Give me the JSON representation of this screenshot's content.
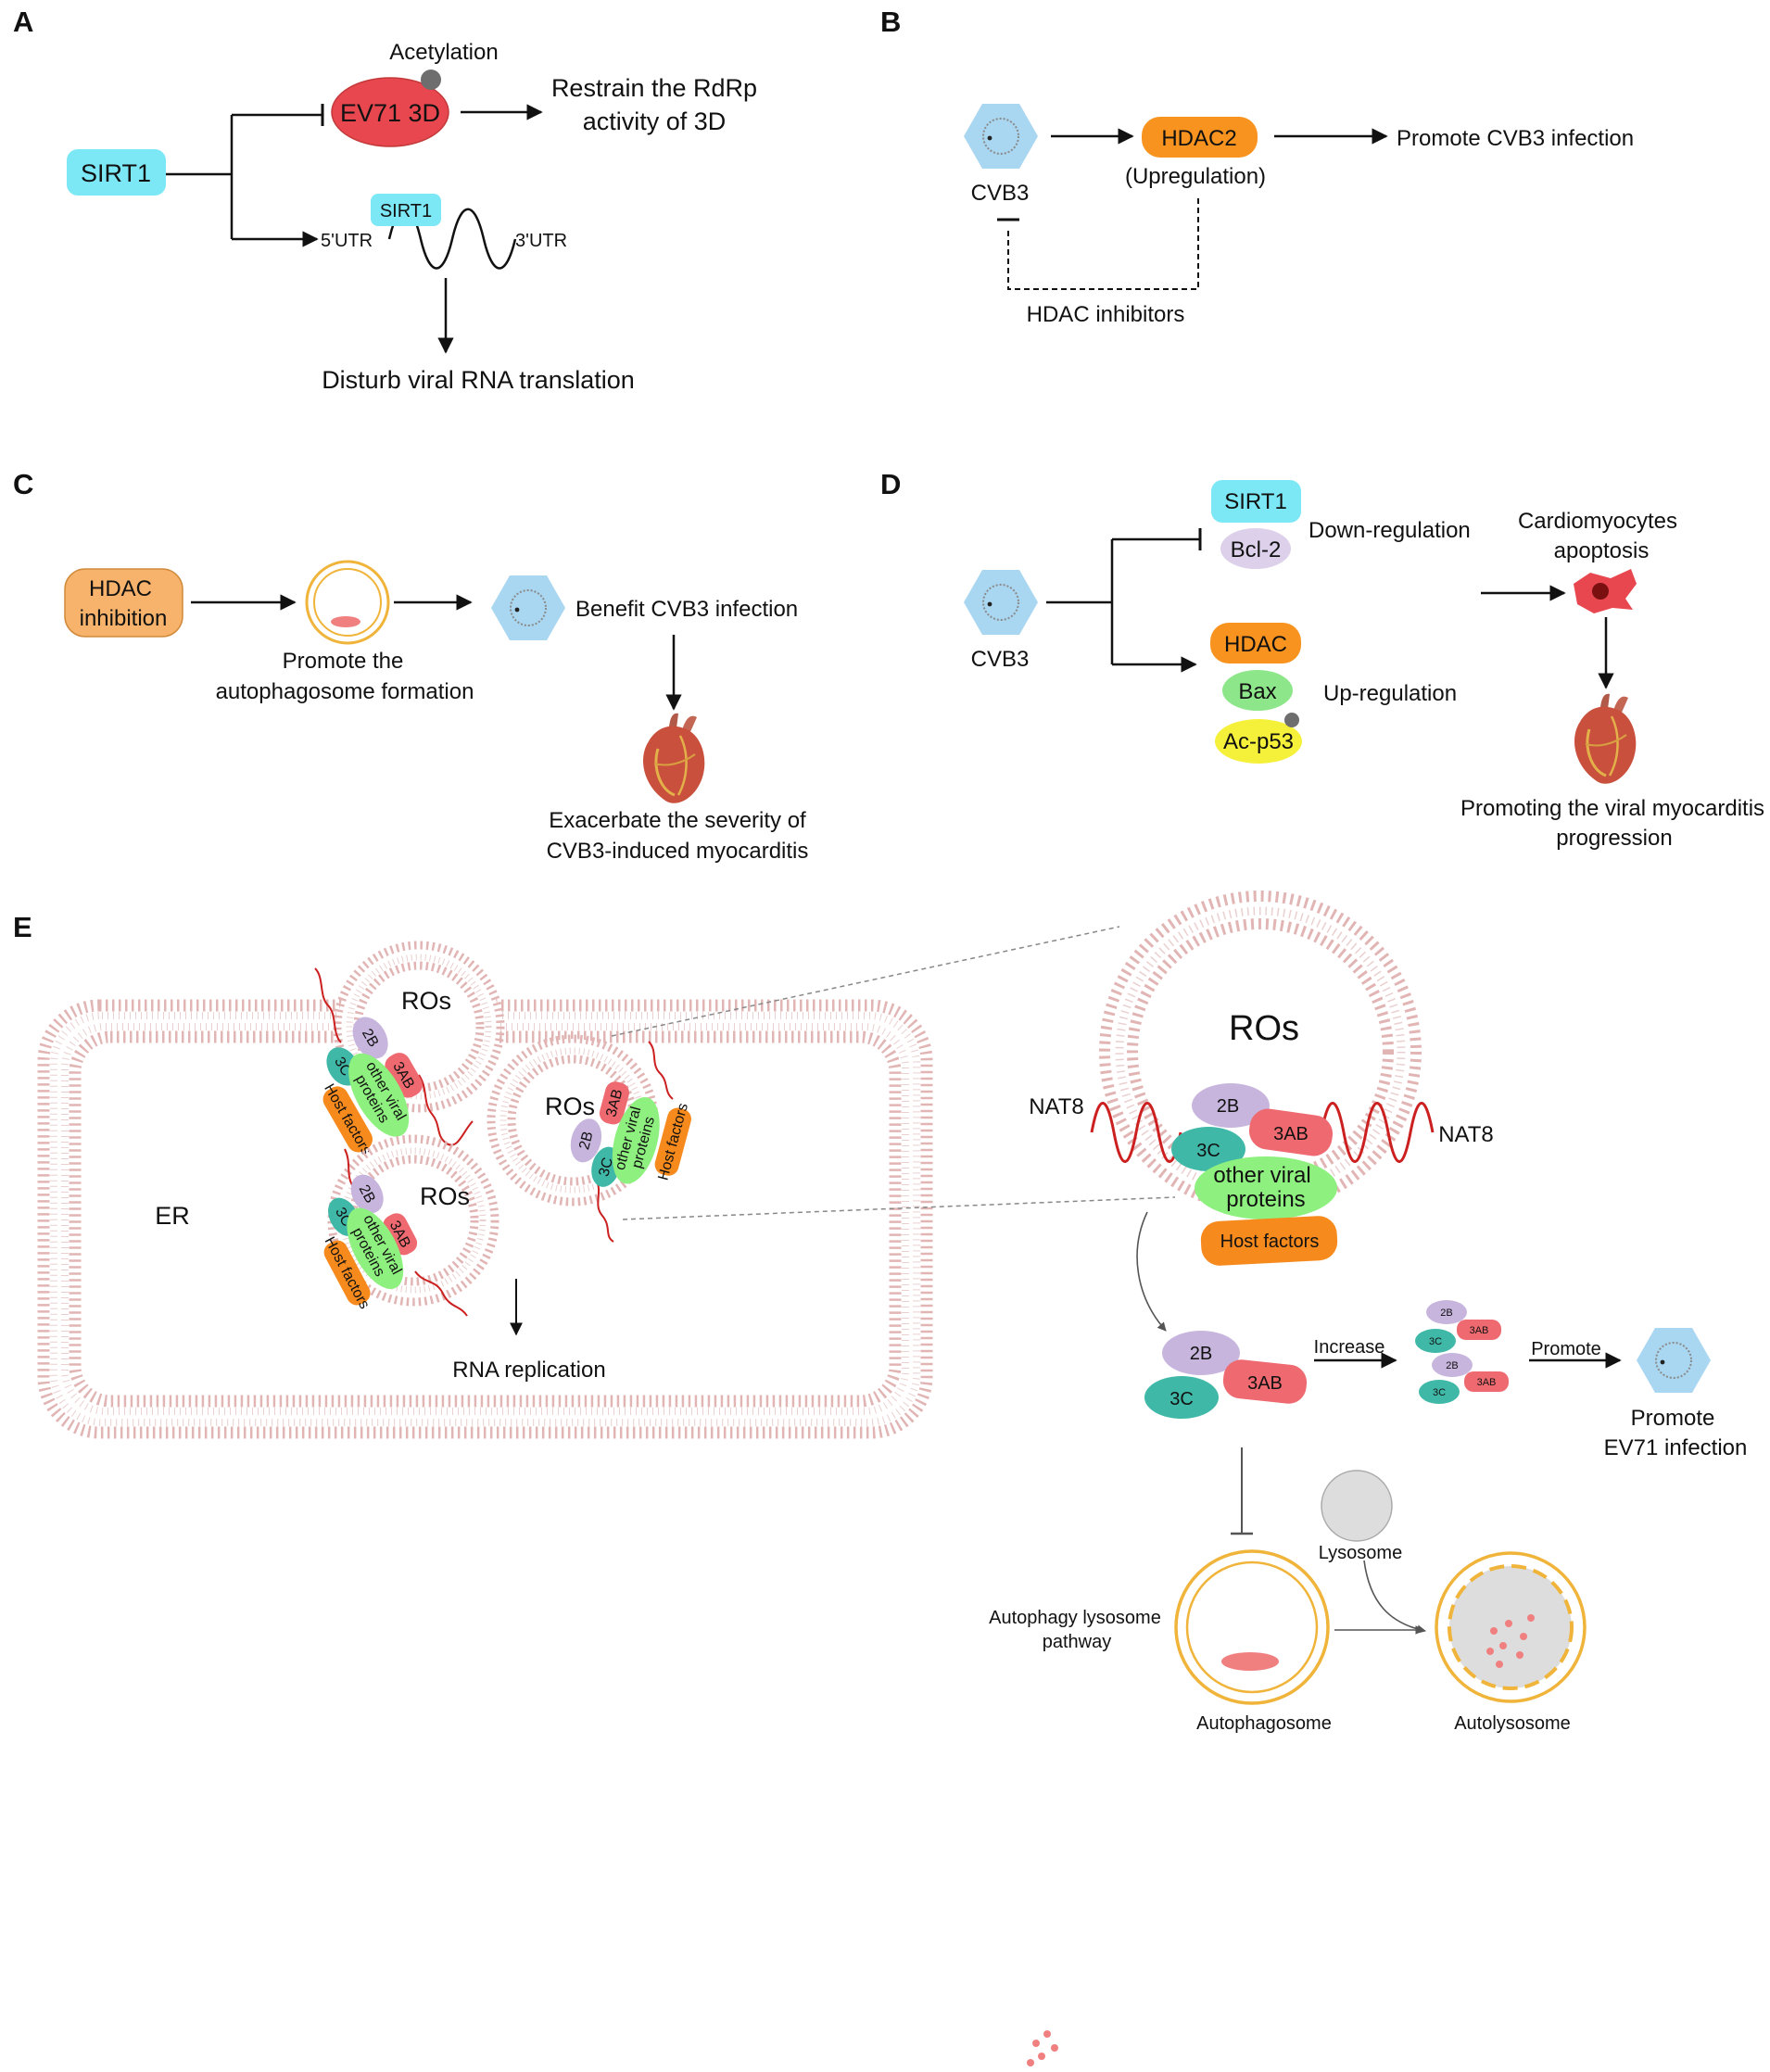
{
  "panels": {
    "a": "A",
    "b": "B",
    "c": "C",
    "d": "D",
    "e": "E"
  },
  "A": {
    "sirt1": "SIRT1",
    "acetylation": "Acetylation",
    "ev71_3d": "EV71 3D",
    "restrain_l1": "Restrain the RdRp",
    "restrain_l2": "activity of 3D",
    "sirt1_small": "SIRT1",
    "utr5": "5'UTR",
    "utr3": "3'UTR",
    "disturb": "Disturb viral RNA translation"
  },
  "B": {
    "cvb3": "CVB3",
    "hdac2": "HDAC2",
    "upregulation": "(Upregulation)",
    "promote": "Promote CVB3 infection",
    "inhibitors": "HDAC inhibitors"
  },
  "C": {
    "hdac_l1": "HDAC",
    "hdac_l2": "inhibition",
    "promote_l1": "Promote the",
    "promote_l2": "autophagosome formation",
    "benefit": "Benefit CVB3 infection",
    "exacerbate_l1": "Exacerbate the severity of",
    "exacerbate_l2": "CVB3-induced myocarditis"
  },
  "D": {
    "cvb3": "CVB3",
    "sirt1": "SIRT1",
    "bcl2": "Bcl-2",
    "down": "Down-regulation",
    "hdac": "HDAC",
    "bax": "Bax",
    "acp53": "Ac-p53",
    "up": "Up-regulation",
    "cardio_l1": "Cardiomyocytes",
    "cardio_l2": "apoptosis",
    "promoting_l1": "Promoting the viral myocarditis",
    "promoting_l2": "progression"
  },
  "E": {
    "er": "ER",
    "ros": "ROs",
    "p2b": "2B",
    "p3c": "3C",
    "p3ab": "3AB",
    "other_l1": "other viral",
    "other_l2": "proteins",
    "host": "Host factors",
    "rna_rep": "RNA replication",
    "nat8": "NAT8",
    "increase": "Increase",
    "promote": "Promote",
    "promote_ev71_l1": "Promote",
    "promote_ev71_l2": "EV71 infection",
    "lysosome": "Lysosome",
    "pathway_l1": "Autophagy lysosome",
    "pathway_l2": "pathway",
    "autophagosome": "Autophagosome",
    "autolysosome": "Autolysosome"
  },
  "colors": {
    "sirt1": "#7de8f5",
    "ev71_3d": "#e8474f",
    "hdac_orange": "#f7931e",
    "hdac_light": "#f7b36b",
    "virus": "#a9d6f0",
    "bcl2": "#ddd0ea",
    "bax": "#8ee68a",
    "acp53": "#f5f03a",
    "p2b": "#c7b5dd",
    "p3c": "#3fb8a8",
    "p3ab": "#ee6a70",
    "other": "#8ef07e",
    "host": "#f78a1d",
    "rna": "#cc2020",
    "autophagosome_ring": "#f0b43a",
    "lipid": "#e8b7b7"
  }
}
